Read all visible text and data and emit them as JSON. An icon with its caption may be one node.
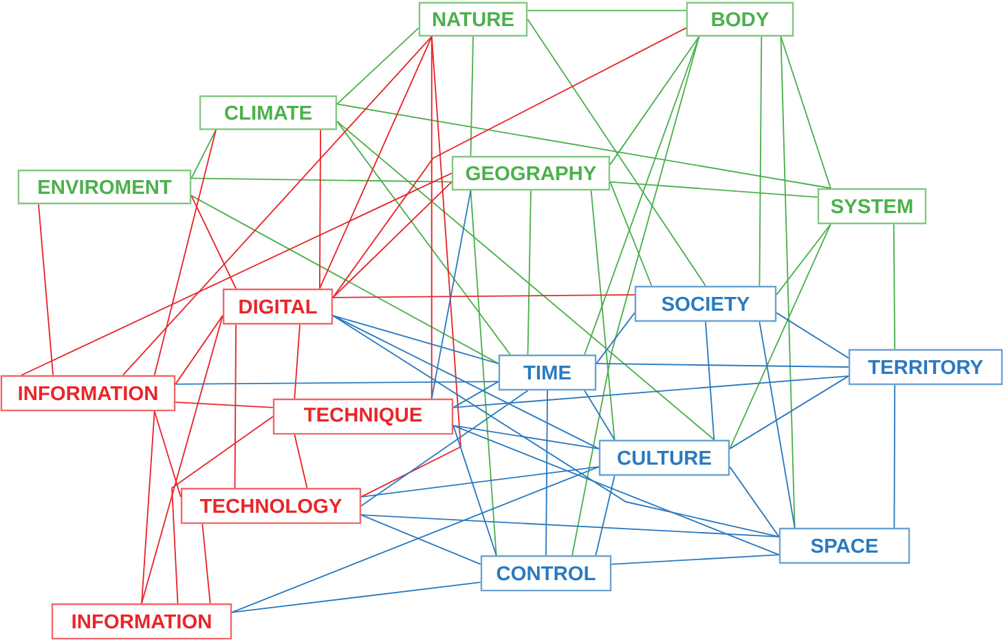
{
  "diagram": {
    "nodes": [
      {
        "text": [
          "NATURE"
        ]
      },
      {
        "text": [
          "BODY"
        ]
      },
      {
        "text": [
          "CLIMATE"
        ]
      },
      {
        "text": [
          "ENVIROMENT"
        ]
      },
      {
        "text": [
          "GEOGRAPHY"
        ]
      },
      {
        "text": [
          "SYSTEM"
        ]
      },
      {
        "text": [
          "DIGITAL"
        ]
      },
      {
        "text": [
          "SOCIETY"
        ]
      },
      {
        "text": [
          "INFORMATION"
        ]
      },
      {
        "text": [
          "TIME"
        ]
      },
      {
        "text": [
          "TERRITORY"
        ]
      },
      {
        "text": [
          "TECHNIQUE"
        ]
      },
      {
        "text": [
          "CULTURE"
        ]
      },
      {
        "text": [
          "TECHNOLOGY"
        ]
      },
      {
        "text": [
          "SPACE"
        ]
      },
      {
        "text": [
          "CONTROL"
        ]
      },
      {
        "text": [
          "INFORMATION"
        ]
      }
    ],
    "edges": [
      {
        "from": 0,
        "to": 1,
        "arrow": "none",
        "color": "#4cb04c"
      },
      {
        "from": 0,
        "to": 2,
        "arrow": "none",
        "color": "#4cb04c"
      },
      {
        "from": 0,
        "to": 4,
        "arrow": "none",
        "color": "#4cb04c"
      },
      {
        "from": 0,
        "to": 7,
        "arrow": "none",
        "color": "#4cb04c"
      },
      {
        "from": 1,
        "to": 4,
        "arrow": "none",
        "color": "#4cb04c"
      },
      {
        "from": 1,
        "to": 9,
        "arrow": "none",
        "color": "#4cb04c"
      },
      {
        "from": 1,
        "to": 7,
        "arrow": "none",
        "color": "#4cb04c"
      },
      {
        "from": 1,
        "to": 5,
        "arrow": "none",
        "color": "#4cb04c"
      },
      {
        "from": 1,
        "to": 14,
        "arrow": "none",
        "color": "#4cb04c"
      },
      {
        "from": 1,
        "to": 15,
        "arrow": "none",
        "color": "#4cb04c"
      },
      {
        "from": 2,
        "to": 3,
        "arrow": "none",
        "color": "#4cb04c"
      },
      {
        "from": 2,
        "to": 5,
        "arrow": "none",
        "color": "#4cb04c"
      },
      {
        "from": 2,
        "to": 9,
        "arrow": "none",
        "color": "#4cb04c"
      },
      {
        "from": 2,
        "to": 12,
        "arrow": "none",
        "color": "#4cb04c"
      },
      {
        "from": 3,
        "to": 4,
        "arrow": "none",
        "color": "#4cb04c"
      },
      {
        "from": 3,
        "to": 9,
        "arrow": "none",
        "color": "#4cb04c"
      },
      {
        "from": 4,
        "to": 5,
        "arrow": "none",
        "color": "#4cb04c"
      },
      {
        "from": 4,
        "to": 7,
        "arrow": "none",
        "color": "#4cb04c"
      },
      {
        "from": 4,
        "to": 9,
        "arrow": "none",
        "color": "#4cb04c"
      },
      {
        "from": 4,
        "to": 12,
        "arrow": "none",
        "color": "#4cb04c"
      },
      {
        "from": 4,
        "to": 15,
        "arrow": "none",
        "color": "#4cb04c"
      },
      {
        "from": 5,
        "to": 7,
        "arrow": "none",
        "color": "#4cb04c"
      },
      {
        "from": 5,
        "to": 10,
        "arrow": "none",
        "color": "#4cb04c"
      },
      {
        "from": 5,
        "to": 12,
        "arrow": "none",
        "color": "#4cb04c"
      },
      {
        "from": 0,
        "to": 6,
        "arrow": "none",
        "color": "#e8262a"
      },
      {
        "from": 0,
        "to": 8,
        "arrow": "none",
        "color": "#e8262a"
      },
      {
        "from": 0,
        "to": 11,
        "arrow": "none",
        "color": "#e8262a"
      },
      {
        "from": 0,
        "to": 13,
        "arrow": "none",
        "color": "#e8262a"
      },
      {
        "from": 1,
        "to": 6,
        "arrow": "none",
        "color": "#e8262a"
      },
      {
        "from": 2,
        "to": 8,
        "arrow": "none",
        "color": "#e8262a"
      },
      {
        "from": 2,
        "to": 6,
        "arrow": "none",
        "color": "#e8262a"
      },
      {
        "from": 3,
        "to": 8,
        "arrow": "none",
        "color": "#e8262a"
      },
      {
        "from": 3,
        "to": 6,
        "arrow": "none",
        "color": "#e8262a"
      },
      {
        "from": 4,
        "to": 6,
        "arrow": "none",
        "color": "#e8262a"
      },
      {
        "from": 4,
        "to": 8,
        "arrow": "none",
        "color": "#e8262a"
      },
      {
        "from": 6,
        "to": 7,
        "arrow": "none",
        "color": "#e8262a"
      },
      {
        "from": 6,
        "to": 8,
        "arrow": "none",
        "color": "#e8262a"
      },
      {
        "from": 6,
        "to": 11,
        "arrow": "none",
        "color": "#e8262a"
      },
      {
        "from": 6,
        "to": 13,
        "arrow": "none",
        "color": "#e8262a"
      },
      {
        "from": 6,
        "to": 16,
        "arrow": "none",
        "color": "#e8262a"
      },
      {
        "from": 8,
        "to": 11,
        "arrow": "none",
        "color": "#e8262a"
      },
      {
        "from": 8,
        "to": 13,
        "arrow": "none",
        "color": "#e8262a"
      },
      {
        "from": 8,
        "to": 16,
        "arrow": "none",
        "color": "#e8262a"
      },
      {
        "from": 11,
        "to": 13,
        "arrow": "none",
        "color": "#e8262a"
      },
      {
        "from": 11,
        "to": 16,
        "arrow": "none",
        "color": "#e8262a"
      },
      {
        "from": 13,
        "to": 16,
        "arrow": "none",
        "color": "#e8262a"
      },
      {
        "from": 6,
        "to": 9,
        "arrow": "none",
        "color": "#2a7ac0"
      },
      {
        "from": 6,
        "to": 12,
        "arrow": "none",
        "color": "#2a7ac0"
      },
      {
        "from": 6,
        "to": 14,
        "arrow": "none",
        "color": "#2a7ac0"
      },
      {
        "from": 8,
        "to": 9,
        "arrow": "none",
        "color": "#2a7ac0"
      },
      {
        "from": 4,
        "to": 11,
        "arrow": "none",
        "color": "#2a7ac0"
      },
      {
        "from": 9,
        "to": 7,
        "arrow": "none",
        "color": "#2a7ac0"
      },
      {
        "from": 9,
        "to": 10,
        "arrow": "none",
        "color": "#2a7ac0"
      },
      {
        "from": 9,
        "to": 12,
        "arrow": "none",
        "color": "#2a7ac0"
      },
      {
        "from": 9,
        "to": 15,
        "arrow": "none",
        "color": "#2a7ac0"
      },
      {
        "from": 9,
        "to": 11,
        "arrow": "none",
        "color": "#2a7ac0"
      },
      {
        "from": 9,
        "to": 13,
        "arrow": "none",
        "color": "#2a7ac0"
      },
      {
        "from": 7,
        "to": 12,
        "arrow": "none",
        "color": "#2a7ac0"
      },
      {
        "from": 7,
        "to": 10,
        "arrow": "none",
        "color": "#2a7ac0"
      },
      {
        "from": 7,
        "to": 14,
        "arrow": "none",
        "color": "#2a7ac0"
      },
      {
        "from": 10,
        "to": 12,
        "arrow": "none",
        "color": "#2a7ac0"
      },
      {
        "from": 10,
        "to": 11,
        "arrow": "none",
        "color": "#2a7ac0"
      },
      {
        "from": 10,
        "to": 14,
        "arrow": "none",
        "color": "#2a7ac0"
      },
      {
        "from": 11,
        "to": 12,
        "arrow": "none",
        "color": "#2a7ac0"
      },
      {
        "from": 11,
        "to": 15,
        "arrow": "none",
        "color": "#2a7ac0"
      },
      {
        "from": 11,
        "to": 14,
        "arrow": "none",
        "color": "#2a7ac0"
      },
      {
        "from": 12,
        "to": 13,
        "arrow": "none",
        "color": "#2a7ac0"
      },
      {
        "from": 12,
        "to": 15,
        "arrow": "none",
        "color": "#2a7ac0"
      },
      {
        "from": 12,
        "to": 14,
        "arrow": "none",
        "color": "#2a7ac0"
      },
      {
        "from": 12,
        "to": 16,
        "arrow": "none",
        "color": "#2a7ac0"
      },
      {
        "from": 13,
        "to": 15,
        "arrow": "none",
        "color": "#2a7ac0"
      },
      {
        "from": 13,
        "to": 14,
        "arrow": "none",
        "color": "#2a7ac0"
      },
      {
        "from": 15,
        "to": 14,
        "arrow": "none",
        "color": "#2a7ac0"
      },
      {
        "from": 15,
        "to": 16,
        "arrow": "none",
        "color": "#2a7ac0"
      }
    ]
  }
}
